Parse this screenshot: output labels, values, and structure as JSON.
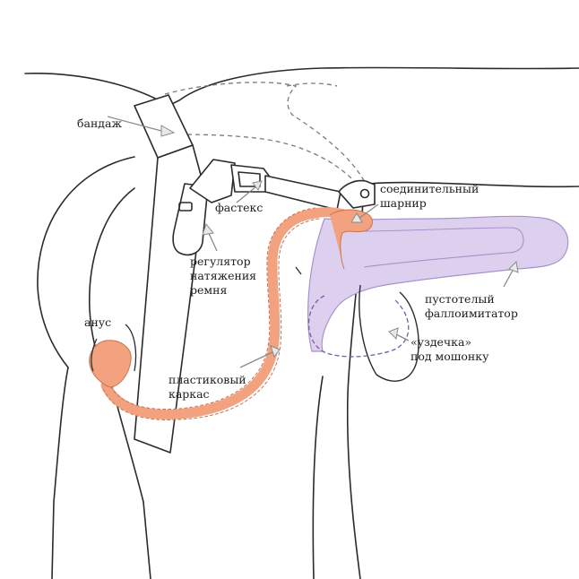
{
  "colors": {
    "line": "#2b2b2b",
    "dashed_outline": "#7a7a7a",
    "frame_orange": "#f2a27e",
    "frame_orange_dark": "#c9724f",
    "prosthesis_lilac": "#ddd0ee",
    "prosthesis_lilac_line": "#a892c9",
    "arrow_gray": "#8a8a8a",
    "background": "#ffffff"
  },
  "labels": {
    "bandage": "бандаж",
    "fastex": "фастекс",
    "connector": [
      "соединительный",
      "шарнир"
    ],
    "strap_regulator": [
      "регулятор",
      "натяжения",
      "ремня"
    ],
    "hollow_phallus": [
      "пустотелый",
      "фаллоимитатор"
    ],
    "bridle": [
      "«уздечка»",
      "под мошонку"
    ],
    "anus": "анус",
    "plastic_frame": [
      "пластиковый",
      "каркас"
    ]
  }
}
